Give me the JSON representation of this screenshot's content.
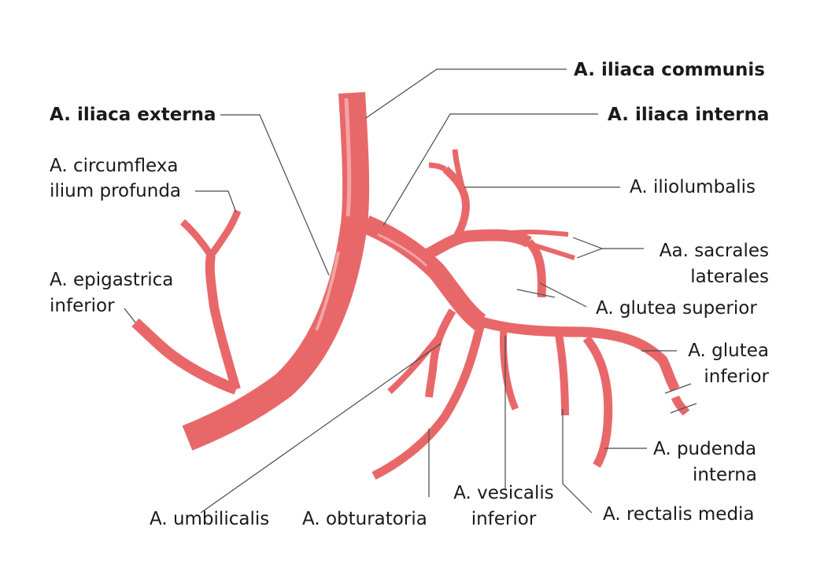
{
  "colors": {
    "artery": "#e8686a",
    "artery_highlight": "#f3a4a4",
    "leader_line": "#4a4a4a",
    "text": "#1a1a1a",
    "background": "#ffffff"
  },
  "labels": {
    "iliaca_communis": "A. iliaca communis",
    "iliaca_externa": "A. iliaca externa",
    "iliaca_interna": "A. iliaca interna",
    "circumflexa_l1": "A. circumflexa",
    "circumflexa_l2": "ilium profunda",
    "iliolumbalis": "A. iliolumbalis",
    "sacrales_l1": "Aa. sacrales",
    "sacrales_l2": "laterales",
    "epigastrica_l1": "A. epigastrica",
    "epigastrica_l2": "inferior",
    "glutea_superior": "A. glutea superior",
    "glutea_inferior_l1": "A. glutea",
    "glutea_inferior_l2": "inferior",
    "pudenda_l1": "A. pudenda",
    "pudenda_l2": "interna",
    "vesicalis_l1": "A. vesicalis",
    "vesicalis_l2": "inferior",
    "rectalis_media": "A. rectalis media",
    "umbilicalis": "A. umbilicalis",
    "obturatoria": "A. obturatoria"
  }
}
